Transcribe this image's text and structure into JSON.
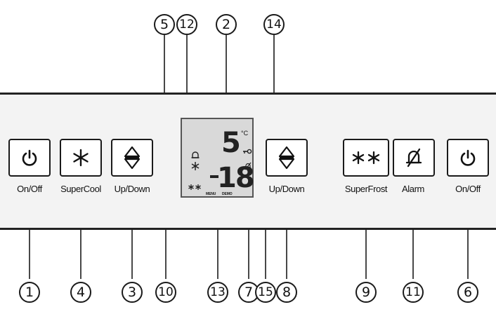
{
  "buttons": [
    {
      "label": "On/Off",
      "icon": "power-icon"
    },
    {
      "label": "SuperCool",
      "icon": "snowflake-icon"
    },
    {
      "label": "Up/Down",
      "icon": "up-down-arrows-icon"
    },
    {
      "label": "Up/Down",
      "icon": "up-down-arrows-icon"
    },
    {
      "label": "SuperFrost",
      "icon": "double-snowflake-icon"
    },
    {
      "label": "Alarm",
      "icon": "alarm-off-icon"
    },
    {
      "label": "On/Off",
      "icon": "power-icon"
    }
  ],
  "display": {
    "top_temp": "5",
    "unit": "°C",
    "bottom_temp": "18",
    "menu": "MENU",
    "demo": "DEMO"
  },
  "callouts_top": [
    "5",
    "12",
    "2",
    "14"
  ],
  "callouts_bottom": [
    "1",
    "4",
    "3",
    "10",
    "13",
    "7",
    "15",
    "8",
    "9",
    "11",
    "6"
  ]
}
